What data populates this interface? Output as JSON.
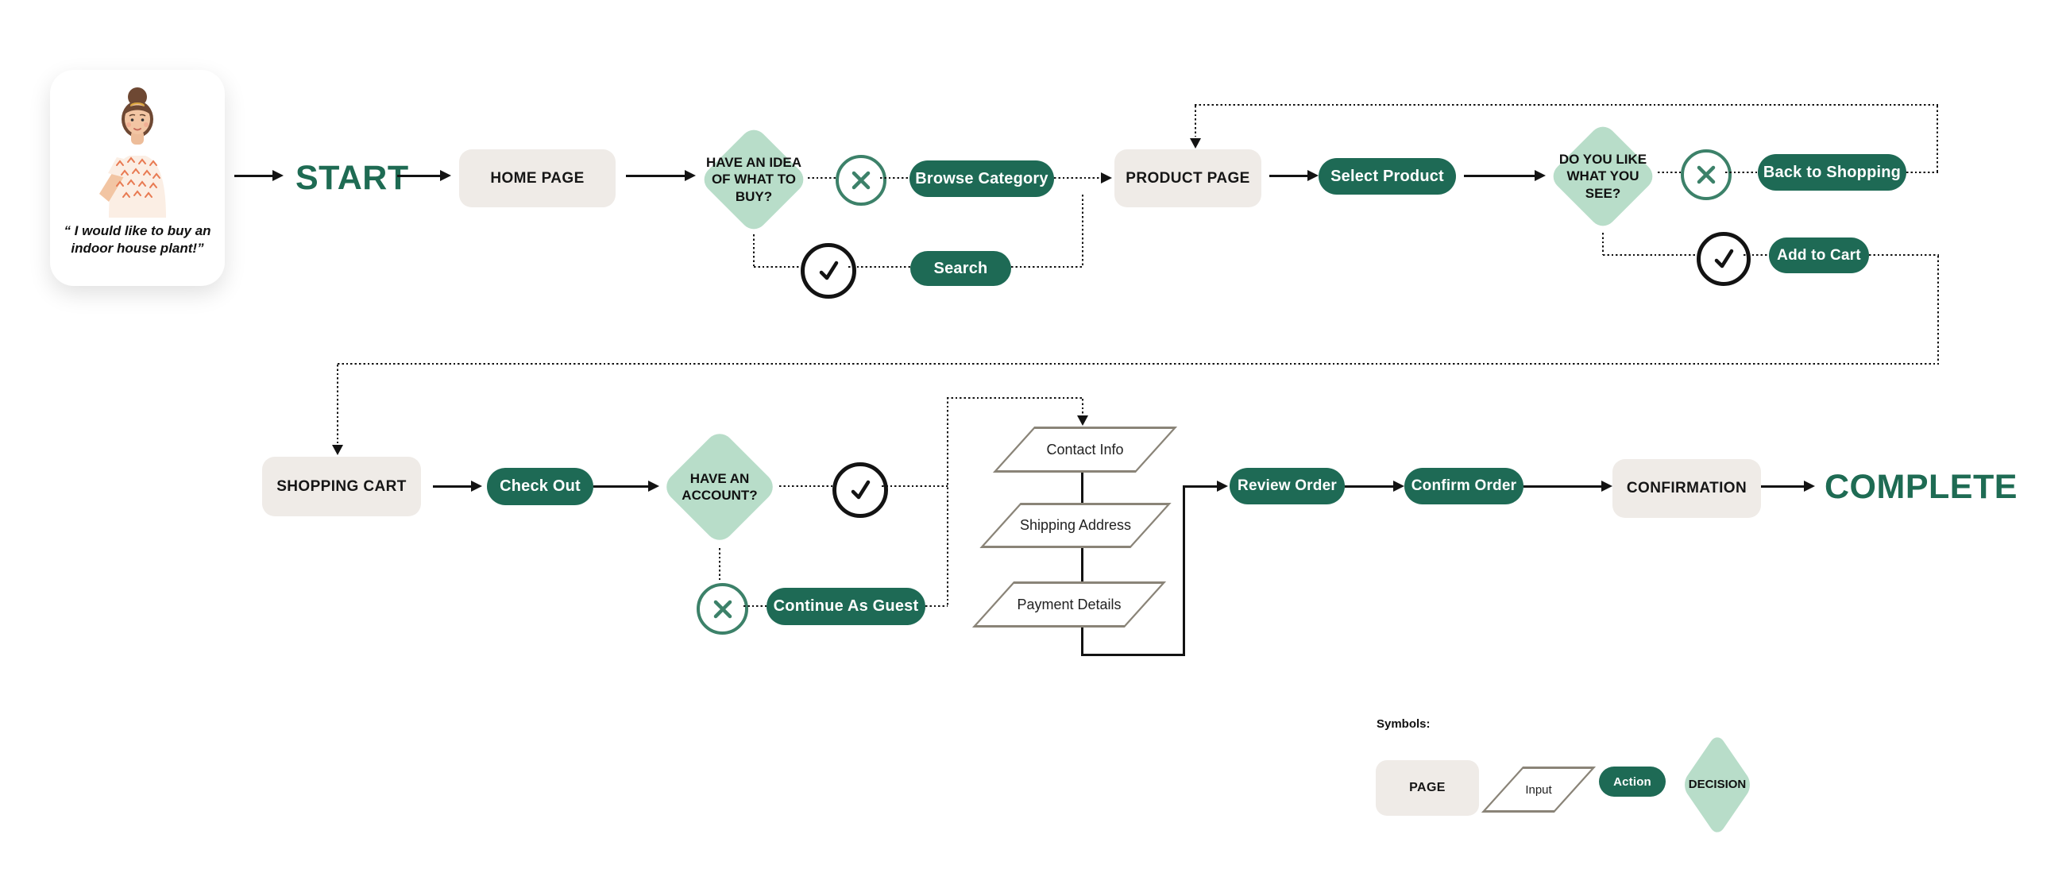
{
  "persona": {
    "quote": "“ I would like to buy an indoor house plant!”"
  },
  "terminals": {
    "start": "START",
    "complete": "COMPLETE"
  },
  "pages": {
    "home": "HOME PAGE",
    "product": "PRODUCT PAGE",
    "cart": "SHOPPING CART",
    "confirmation": "CONFIRMATION"
  },
  "decisions": {
    "idea": "HAVE AN IDEA OF WHAT TO BUY?",
    "like": "DO YOU LIKE WHAT YOU SEE?",
    "account": "HAVE AN ACCOUNT?"
  },
  "actions": {
    "browse": "Browse Category",
    "search": "Search",
    "select": "Select Product",
    "back": "Back to Shopping",
    "add": "Add to Cart",
    "checkout": "Check Out",
    "guest": "Continue As Guest",
    "review": "Review Order",
    "confirm": "Confirm Order"
  },
  "inputs": {
    "contact": "Contact Info",
    "shipping": "Shipping Address",
    "payment": "Payment Details"
  },
  "legend": {
    "title": "Symbols:",
    "page": "PAGE",
    "input": "Input",
    "action": "Action",
    "decision": "DECISION"
  },
  "colors": {
    "action_green": "#1E6A55",
    "decision_green": "#B8DDC9",
    "page_fill": "#EFEBE7",
    "input_outline": "#8A8478",
    "terminal_green": "#1E6B53",
    "icon_green": "#3C8169"
  }
}
